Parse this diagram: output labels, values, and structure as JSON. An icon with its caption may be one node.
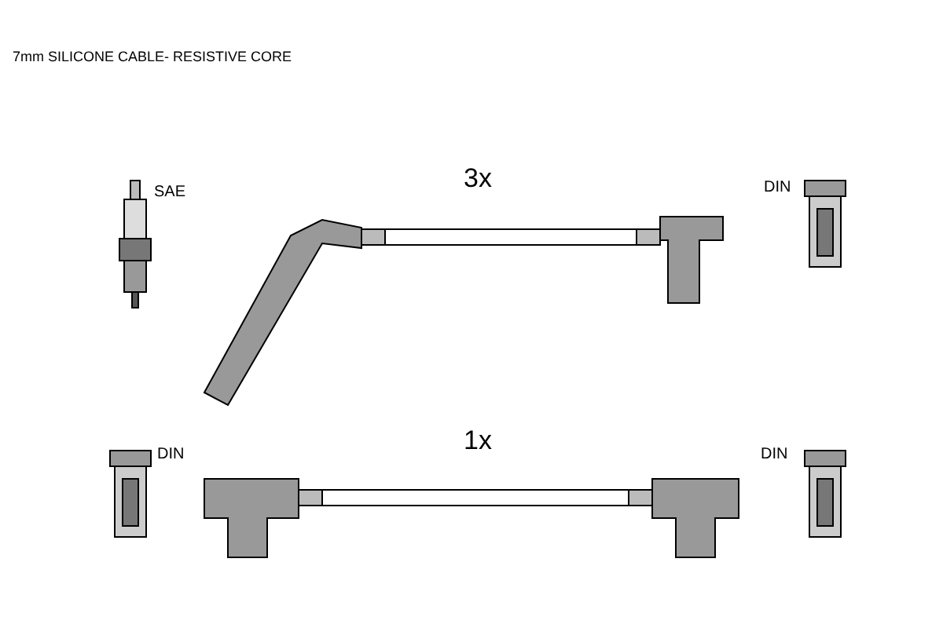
{
  "diagram": {
    "labels": [
      "7mm SILICONE CABLE- RESISTIVE CORE",
      "SAE",
      "3x",
      "DIN",
      "DIN",
      "1x",
      "DIN"
    ]
  }
}
